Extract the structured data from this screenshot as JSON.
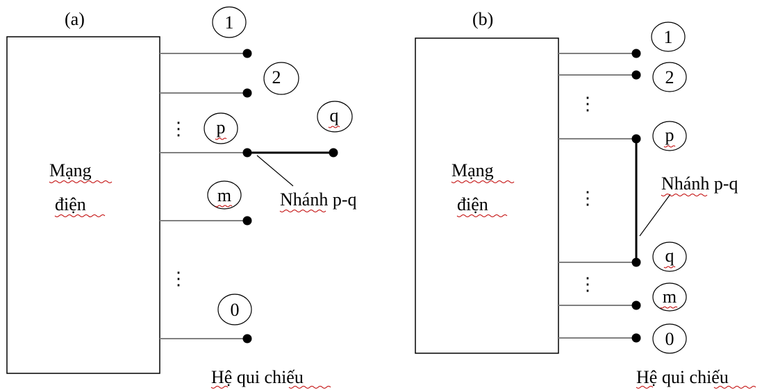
{
  "panel_a": {
    "label": "(a)",
    "box_text_line1": "Mạng",
    "box_text_line2": "điện",
    "nodes": {
      "n1": "1",
      "n2": "2",
      "p": "p",
      "q": "q",
      "m": "m",
      "n0": "0"
    },
    "ellipsis": "⋮",
    "branch_label": "Nhánh p-q",
    "reference_label": "Hệ qui chiếu"
  },
  "panel_b": {
    "label": "(b)",
    "box_text_line1": "Mạng",
    "box_text_line2": "điện",
    "nodes": {
      "n1": "1",
      "n2": "2",
      "p": "p",
      "q": "q",
      "m": "m",
      "n0": "0"
    },
    "ellipsis": "⋮",
    "branch_label": "Nhánh p-q",
    "reference_label": "Hệ qui chiếu"
  }
}
